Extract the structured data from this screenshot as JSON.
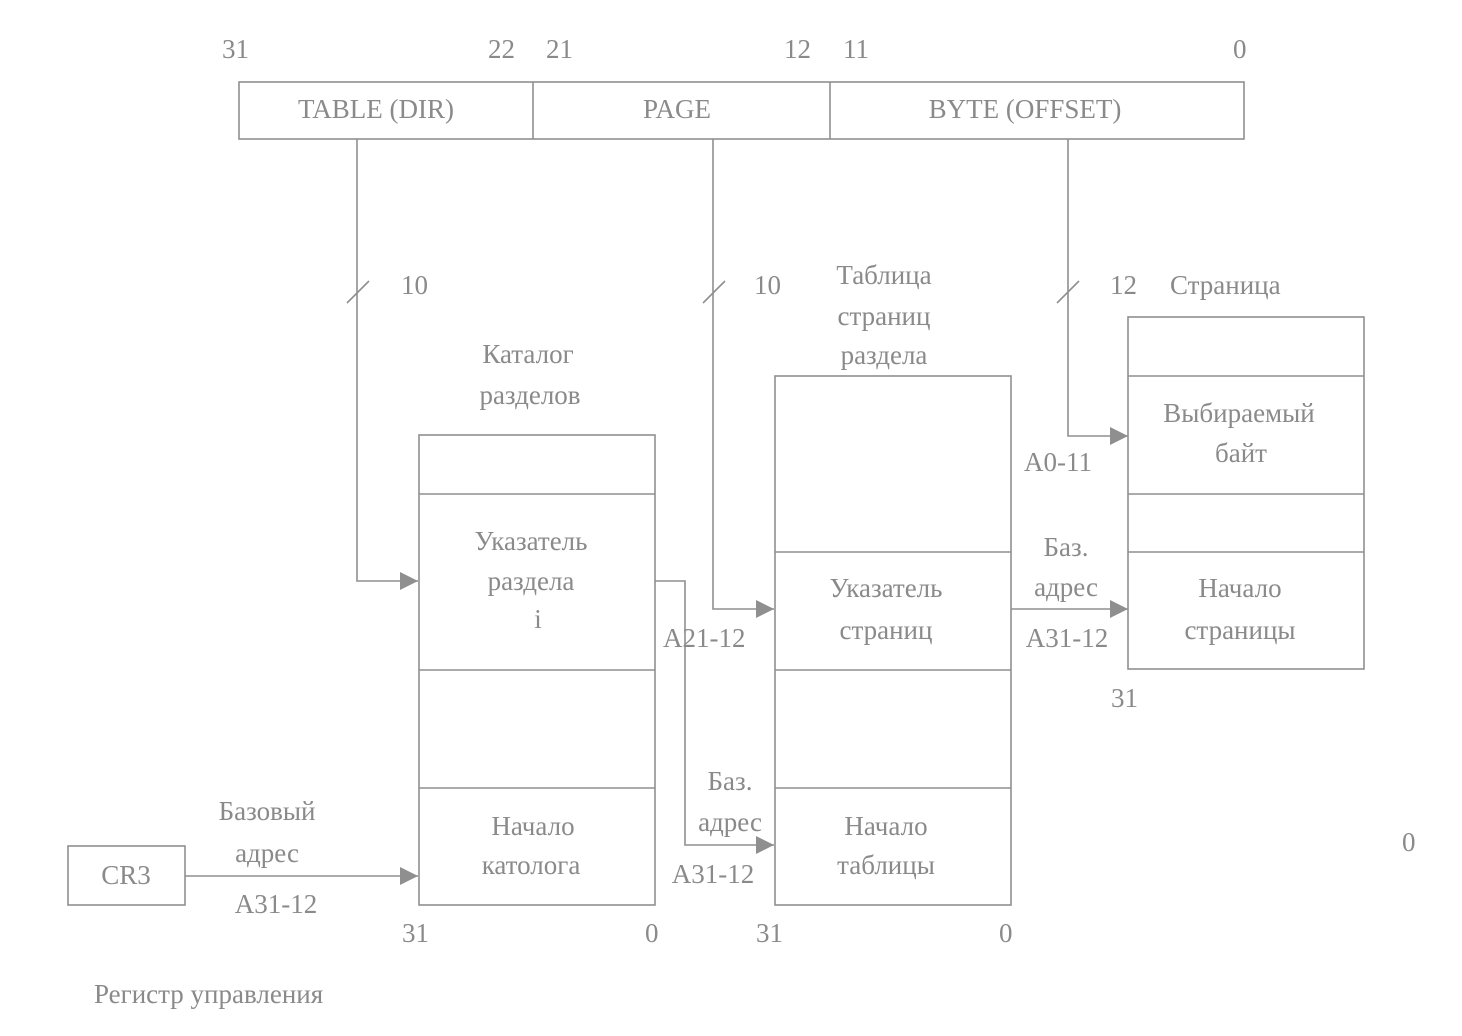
{
  "address_format": {
    "bits": {
      "b31": "31",
      "b22": "22",
      "b21": "21",
      "b12": "12",
      "b11": "11",
      "b0": "0"
    },
    "fields": {
      "table": "TABLE (DIR)",
      "page": "PAGE",
      "byte": "BYTE (OFFSET)"
    },
    "widths": {
      "table": "10",
      "page": "10",
      "offset": "12"
    }
  },
  "directory": {
    "title_line1": "Каталог",
    "title_line2": "разделов",
    "entry_line1": "Указатель",
    "entry_line2": "раздела",
    "entry_line3": "i",
    "base_line1": "Начало",
    "base_line2": "католога",
    "bit_left": "31",
    "bit_right": "0"
  },
  "page_table": {
    "title_line1": "Таблица",
    "title_line2": "страниц",
    "title_line3": "раздела",
    "entry_line1": "Указатель",
    "entry_line2": "страниц",
    "base_line1": "Начало",
    "base_line2": "таблицы",
    "bit_left": "31",
    "bit_right": "0"
  },
  "page": {
    "title": "Страница",
    "byte_line1": "Выбираемый",
    "byte_line2": "байт",
    "base_line1": "Начало",
    "base_line2": "страницы",
    "bit_left": "31",
    "bit_right": "0"
  },
  "cr3": {
    "label": "CR3",
    "caption": "Регистр управления",
    "arrow_line1": "Базовый",
    "arrow_line2": "адрес",
    "arrow_line3": "A31-12"
  },
  "links": {
    "dir_to_table_addr": "A21-12",
    "dir_to_table_line1": "Баз.",
    "dir_to_table_line2": "адрес",
    "dir_to_table_line3": "A31-12",
    "table_to_page_line1": "Баз.",
    "table_to_page_line2": "адрес",
    "table_to_page_line3": "A31-12",
    "offset_addr": "A0-11"
  }
}
